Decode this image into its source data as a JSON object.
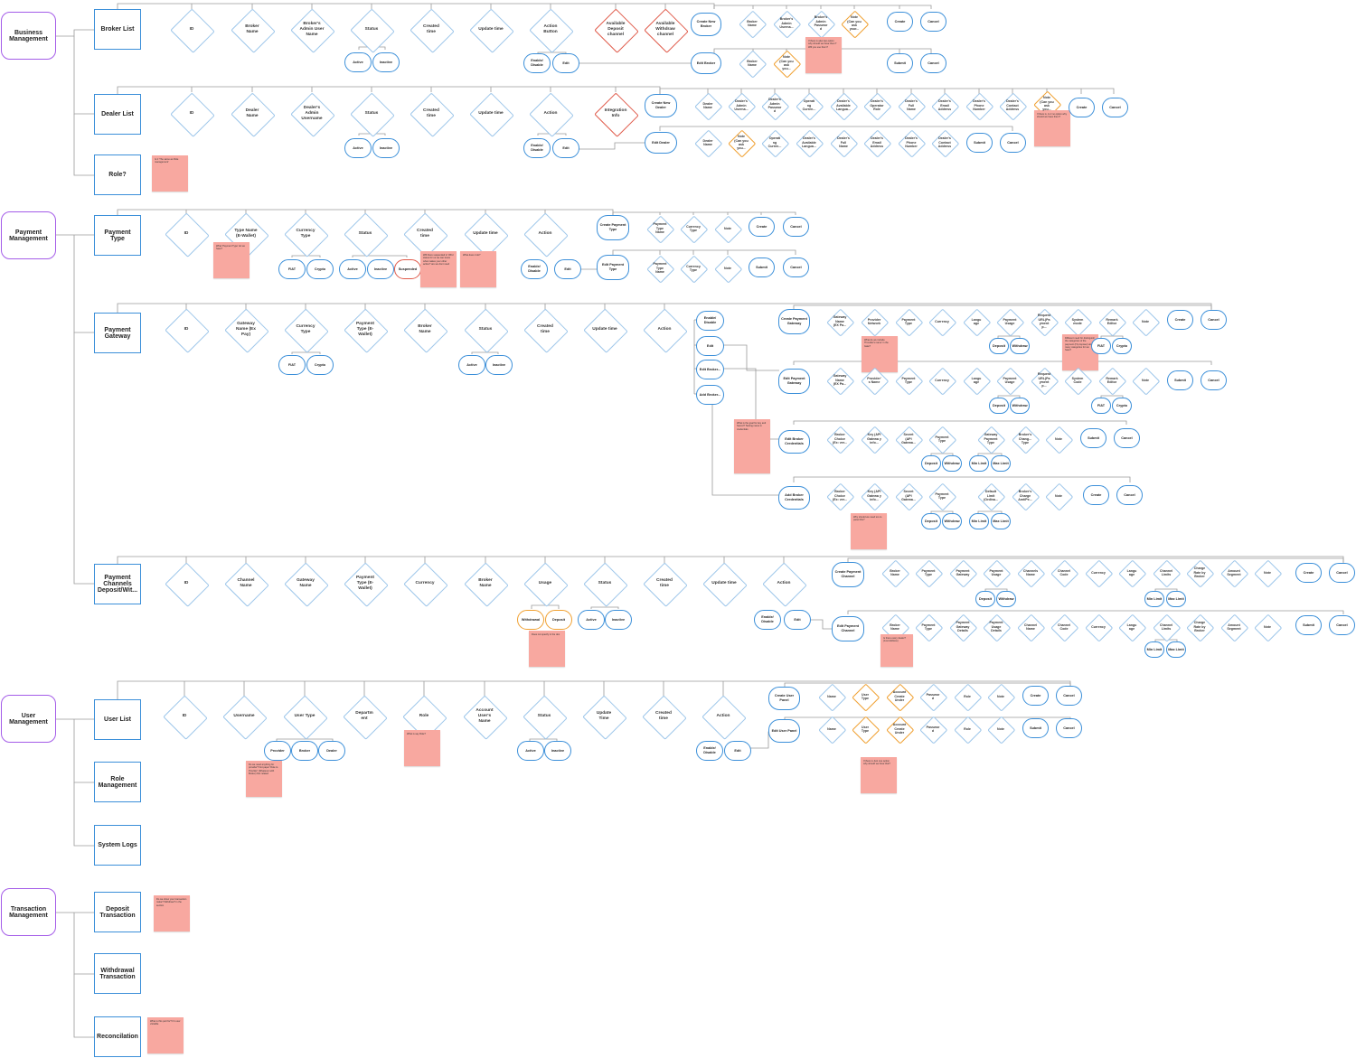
{
  "modules": [
    {
      "label": "Business Management"
    },
    {
      "label": "Payment Management"
    },
    {
      "label": "User Management"
    },
    {
      "label": "Transaction Management"
    }
  ],
  "sections": [
    {
      "label": "Broker List"
    },
    {
      "label": "Dealer List"
    },
    {
      "label": "Role?"
    },
    {
      "label": "Payment Type"
    },
    {
      "label": "Payment Gateway"
    },
    {
      "label": "Payment Channels Deposit/Wit..."
    },
    {
      "label": "User List"
    },
    {
      "label": "Role Management"
    },
    {
      "label": "System Logs"
    },
    {
      "label": "Deposit Transaction"
    },
    {
      "label": "Withdrawal Transaction"
    },
    {
      "label": "Reconcilation"
    }
  ],
  "diamonds": [
    [
      "ID",
      "Broker Name",
      "Broker's Admin User Name",
      "Status",
      "Created time",
      "Update time",
      "Action Button",
      "Available Deposit channel",
      "Available Withdraw channel"
    ],
    [
      "ID",
      "Dealer Name",
      "Dealer's Admin Username",
      "Status",
      "Created time",
      "Update time",
      "Action",
      "Integration Info"
    ],
    [
      "ID",
      "Type Name (E-Wallet)",
      "Currency Type",
      "Status",
      "Created time",
      "Update time",
      "Action"
    ],
    [
      "ID",
      "Gateway Name (Ex Pay)",
      "Currency Type",
      "Payment Type (E-Wallet)",
      "Broker Name",
      "Status",
      "Created time",
      "Update time",
      "Action"
    ],
    [
      "ID",
      "Channel Name",
      "Gateway Name",
      "Payment Type (E-Wallet)",
      "Currency",
      "Broker Name",
      "Usage",
      "Status",
      "Created time",
      "Update time",
      "Action"
    ],
    [
      "ID",
      "Username",
      "User Type",
      "Departm ent",
      "Role",
      "Account User's Name",
      "Status",
      "Update Time",
      "Created time",
      "Action"
    ]
  ],
  "form_fields": [
    [
      "Broker Name",
      "Broker's Admin Userna...",
      "Broker's Admin Password",
      "Note (Can you ask your..."
    ],
    [
      "Broker Name",
      "Note (Can you ask you..."
    ],
    [
      "Dealer Name",
      "Dealer's Admin Userna...",
      "Dealer's Admin Password",
      "Operati ng Curren...",
      "Dealer's Available Langua...",
      "Dealer's Operator Role",
      "Dealer's Full Name",
      "Dealer's Email Address",
      "Dealer's Phone Number",
      "Dealer's Contact Address",
      "Note (Can you ask you..."
    ],
    [
      "Dealer Name",
      "Note (Can you ask you...",
      "Operati ng Curren...",
      "Dealer's Available Langua...",
      "Dealer's Full Name",
      "Dealer's Email Address",
      "Dealer's Phone Number",
      "Dealer's Contact Address"
    ],
    [
      "Payment Type Name",
      "Currency Type",
      "Note"
    ],
    [
      "Payment Type Name",
      "Currency Type",
      "Note"
    ],
    [
      "Gateway Name (EX Pa...",
      "Provider Network",
      "Payment Type",
      "Currency",
      "Langu age",
      "Payment Usage",
      "Request URL(Pa yment p...",
      "System mode",
      "Remark Editor",
      "Note"
    ],
    [
      "Gateway Name (EX Pa...",
      "Provider's Name",
      "Payment Type",
      "Currency",
      "Langu age",
      "Payment Usage",
      "Request URL(Pa yment p...",
      "System Code",
      "Remark Editor",
      "Note"
    ],
    [
      "Broker Choice (Ex: ver...",
      "Key (API Gatewa y info...",
      "Secret (API Gatewa...",
      "Payment Type",
      "Gateway Payment Type",
      "Broker's Chang... Type",
      "Note"
    ],
    [
      "Broker Choice (Ex: ver...",
      "Key (API Gatewa y info...",
      "Secret (API Gatewa...",
      "Payment Type",
      "Default Limit (Ordina...",
      "Broker's Charge Amt/Pe...",
      "Note"
    ],
    [
      "Broker Name",
      "Payment Type",
      "Payment Gateway",
      "Payment Usage",
      "Channels Name",
      "Channel Code",
      "Currency",
      "Langu age",
      "Channel Limits",
      "Charge Rate by Broker",
      "Amount Segment",
      "Note"
    ],
    [
      "Broker Name",
      "Payment Type",
      "Payment Gateway Details",
      "Payment Usage Details",
      "Channel Name",
      "Channel Code",
      "Currency",
      "Langu age",
      "Channel Limits",
      "Charge Rate by Broker",
      "Amount Segment",
      "Note"
    ],
    [
      "Name",
      "User Type",
      "Account Create Under",
      "Password",
      "Role",
      "Note"
    ],
    [
      "Name",
      "User Type",
      "Account Create Under",
      "Password",
      "Role",
      "Note"
    ]
  ],
  "actions": [
    "Create New Broker",
    "Edit Broker",
    "Create New Dealer",
    "Edit Dealer",
    "Create Payment Type",
    "Edit Payment Type",
    "Create Payment Gateway",
    "Edit Payment Gateway",
    "Edit Broker Credentials",
    "Add Broker Credentials",
    "Create Payment Channel",
    "Edit Payment Channel",
    "Create User Panel",
    "Edit User Panel"
  ],
  "menu": [
    "Enable/ Disable",
    "Edit",
    "Edit Broker...",
    "Add Broker..."
  ],
  "pills": {
    "active": "Active",
    "inactive": "Inactive",
    "suspended": "Suspended",
    "enable_disable": "Enable/ Disable",
    "edit": "Edit",
    "fiat": "FIAT",
    "crypto": "Crypto",
    "create": "Create",
    "cancel": "Cancel",
    "submit": "Submit",
    "deposit": "Deposit",
    "withdraw": "Withdraw",
    "withdrawal": "Withdrawal",
    "min_limit": "Min Limit",
    "max_limit": "Max Limit",
    "provider": "Provider",
    "broker": "Broker",
    "dealer": "Dealer",
    "fiat_upper": "FIAT",
    "crypto_upper": "Crypto"
  },
  "notes": [
    "If there is also two option why should we have them? Will you use them?",
    "If there is ,Is 2 no option why should we have them?",
    "Is it 'The same as Role management'",
    "What 'Payment Type' do we have?",
    "Will there suspended in 'Who' status for us we can know what makes your other action? are we dont need",
    "What does it do?",
    "What do we include 'Provider's name' in the Gate?",
    "Different need for distinguish the categories of the payment (I'll propose) How many categories for we have?",
    "What is the goal for key and Secret? Testing name in credentials",
    "Why should we need too to panel this?",
    "Does not specify in the doc",
    "Is there every dealer? (Just Address)",
    "Do we need anything for provider? Not paper 'Role to Provider' (Whatever with Broker) Not related",
    "What is say Role?",
    "If there is Just one option why should we have that?",
    "Do we show your transaction make? Withdraw? in the section",
    "What is this part for? It's user visitable"
  ]
}
